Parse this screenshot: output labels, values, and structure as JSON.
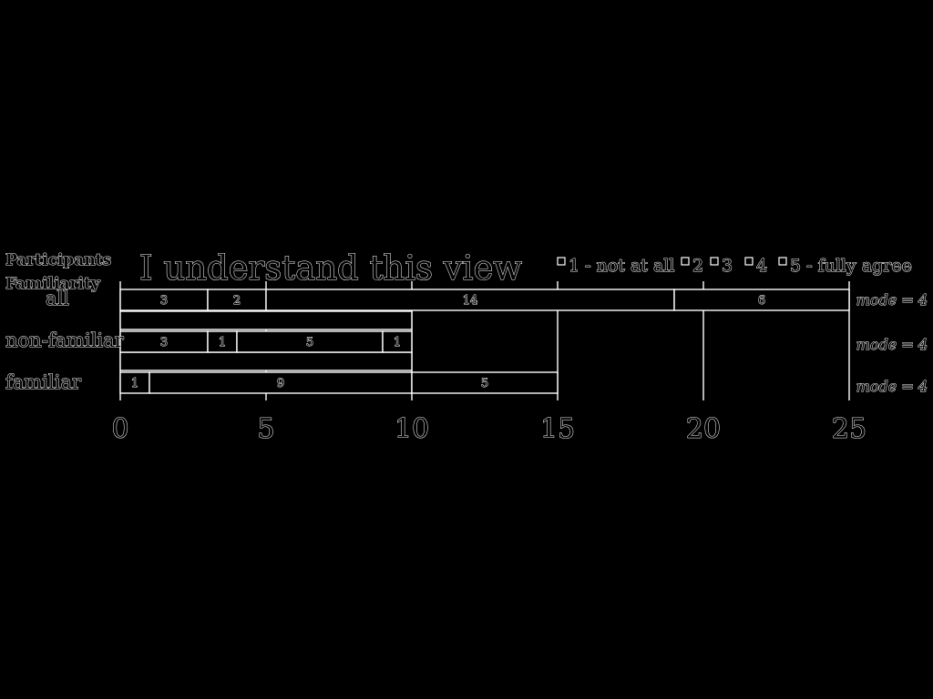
{
  "chart_data": {
    "type": "bar",
    "orientation": "horizontal",
    "stacked": true,
    "title": "I understand this view",
    "row_header": [
      "Participants",
      "Familiarity"
    ],
    "categories": [
      "all",
      "non-familiar",
      "familiar"
    ],
    "xlim": [
      0,
      25
    ],
    "xticks": [
      0,
      5,
      10,
      15,
      20,
      25
    ],
    "grid": true,
    "legend_position": "top-right",
    "series": [
      {
        "name": "1 - not at all",
        "values": [
          3,
          3,
          1
        ]
      },
      {
        "name": "2",
        "values": [
          2,
          1,
          0
        ]
      },
      {
        "name": "3",
        "values": [
          0,
          0,
          0
        ]
      },
      {
        "name": "4",
        "values": [
          14,
          5,
          9
        ]
      },
      {
        "name": "5 - fully agree",
        "values": [
          6,
          1,
          5
        ]
      }
    ],
    "annotations": [
      "mode = 4",
      "mode = 4",
      "mode = 4"
    ]
  },
  "colors": {
    "background": "#000000",
    "foreground": "#ffffff"
  }
}
